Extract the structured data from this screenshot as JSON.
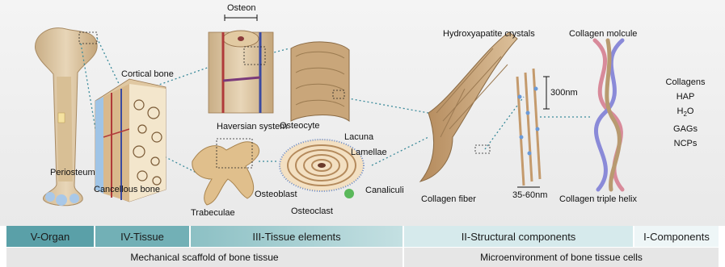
{
  "labels": {
    "osteon": "Osteon",
    "cortical_bone": "Cortical bone",
    "haversian_system": "Haversian system",
    "periosteum": "Periosteum",
    "cancellous_bone": "Cancellous bone",
    "trabeculae": "Trabeculae",
    "osteocyte": "Osteocyte",
    "lacuna": "Lacuna",
    "lamellae": "Lamellae",
    "osteoblast": "Osteoblast",
    "canaliculi": "Canaliculi",
    "osteoclast": "Osteoclast",
    "hydroxyapatite": "Hydroxyapatite crystals",
    "collagen_molecule": "Collagen molcule",
    "period": "300nm",
    "collagen_fiber": "Collagen fiber",
    "diameter": "35-60nm",
    "triple_helix": "Collagen triple helix"
  },
  "components": {
    "collagens": "Collagens",
    "hap": "HAP",
    "h2o_h": "H",
    "h2o_sub": "2",
    "h2o_o": "O",
    "gags": "GAGs",
    "ncps": "NCPs"
  },
  "levels": {
    "organ": "V-Organ",
    "tissue": "IV-Tissue",
    "tissue_elements": "III-Tissue elements",
    "structural": "II-Structural components",
    "components": "I-Components"
  },
  "footer": {
    "left": "Mechanical scaffold of bone tissue",
    "right": "Microenvironment of bone tissue cells"
  },
  "colors": {
    "teal_dark": "#5aa0a8",
    "teal_light": "#d6eaec",
    "bone": "#d9c3a0",
    "bone_dark": "#b08f66",
    "vessel_red": "#b03a3a",
    "vessel_blue": "#3a4aa0",
    "collagen": "#c49a6c",
    "bg_panel": "#efefef"
  }
}
